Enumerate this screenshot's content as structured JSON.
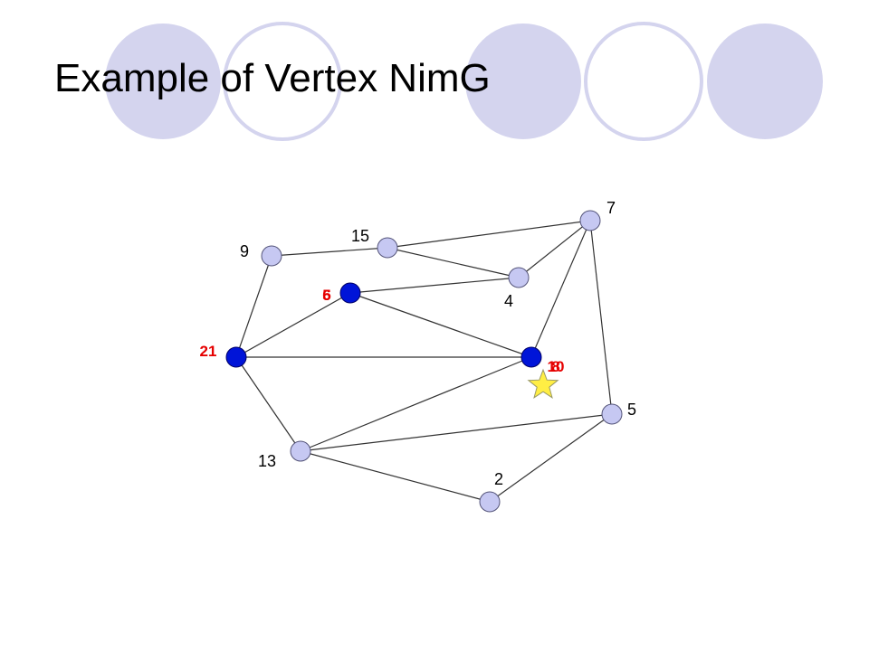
{
  "slide": {
    "title": "Example of Vertex NimG"
  },
  "colors": {
    "decor_fill": "#d4d4ee",
    "decor_outline": "#d4d4ee",
    "node_fill": "#c6c8f2",
    "node_stroke": "#55557a",
    "active_node_fill": "#0014d8",
    "edge": "#333333",
    "label": "#000000",
    "active_label": "#e60000",
    "star_fill": "#ffee44",
    "star_stroke": "#999966"
  },
  "graph": {
    "vertices": [
      {
        "id": "v9",
        "label": "9"
      },
      {
        "id": "v15",
        "label": "15"
      },
      {
        "id": "v7",
        "label": "7"
      },
      {
        "id": "v4",
        "label": "4"
      },
      {
        "id": "vA",
        "label": "6",
        "overlap_label": "5",
        "active": true
      },
      {
        "id": "vL",
        "label": "21",
        "active": true
      },
      {
        "id": "vR",
        "label": "10",
        "overlap_label": "8",
        "active": true
      },
      {
        "id": "v5",
        "label": "5"
      },
      {
        "id": "v13",
        "label": "13"
      },
      {
        "id": "v2",
        "label": "2"
      }
    ],
    "edges": [
      [
        "v9",
        "v15"
      ],
      [
        "v15",
        "v7"
      ],
      [
        "v15",
        "v4"
      ],
      [
        "v4",
        "v7"
      ],
      [
        "vA",
        "v4"
      ],
      [
        "vA",
        "vL"
      ],
      [
        "vA",
        "vR"
      ],
      [
        "v9",
        "vL"
      ],
      [
        "vL",
        "vR"
      ],
      [
        "vL",
        "v13"
      ],
      [
        "vR",
        "v7"
      ],
      [
        "vR",
        "v13"
      ],
      [
        "v7",
        "v5"
      ],
      [
        "v13",
        "v5"
      ],
      [
        "v13",
        "v2"
      ],
      [
        "v2",
        "v5"
      ]
    ],
    "token": {
      "icon": "star-icon",
      "at": "vR"
    }
  }
}
